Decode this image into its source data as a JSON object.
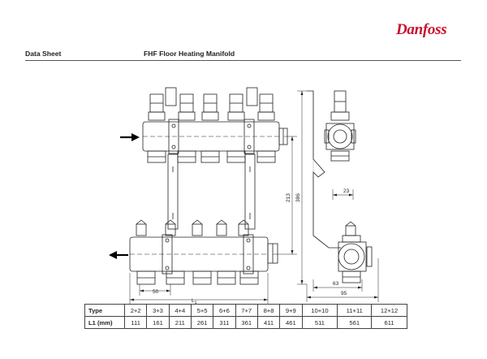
{
  "header": {
    "logo": "Danfoss",
    "doc_type": "Data Sheet",
    "title": "FHF Floor Heating Manifold"
  },
  "dimensions": {
    "pitch": "50",
    "length": "L",
    "length_sub": "1",
    "d213": "213",
    "d386": "386",
    "d23": "23",
    "d63": "63",
    "d95": "95"
  },
  "spec_table": {
    "row_type": {
      "label": "Type",
      "values": [
        "2+2",
        "3+3",
        "4+4",
        "5+5",
        "6+6",
        "7+7",
        "8+8",
        "9+9",
        "10+10",
        "11+11",
        "12+12"
      ]
    },
    "row_l1": {
      "label": "L1 (mm)",
      "values": [
        "111",
        "161",
        "211",
        "261",
        "311",
        "361",
        "411",
        "461",
        "511",
        "561",
        "611"
      ]
    }
  }
}
